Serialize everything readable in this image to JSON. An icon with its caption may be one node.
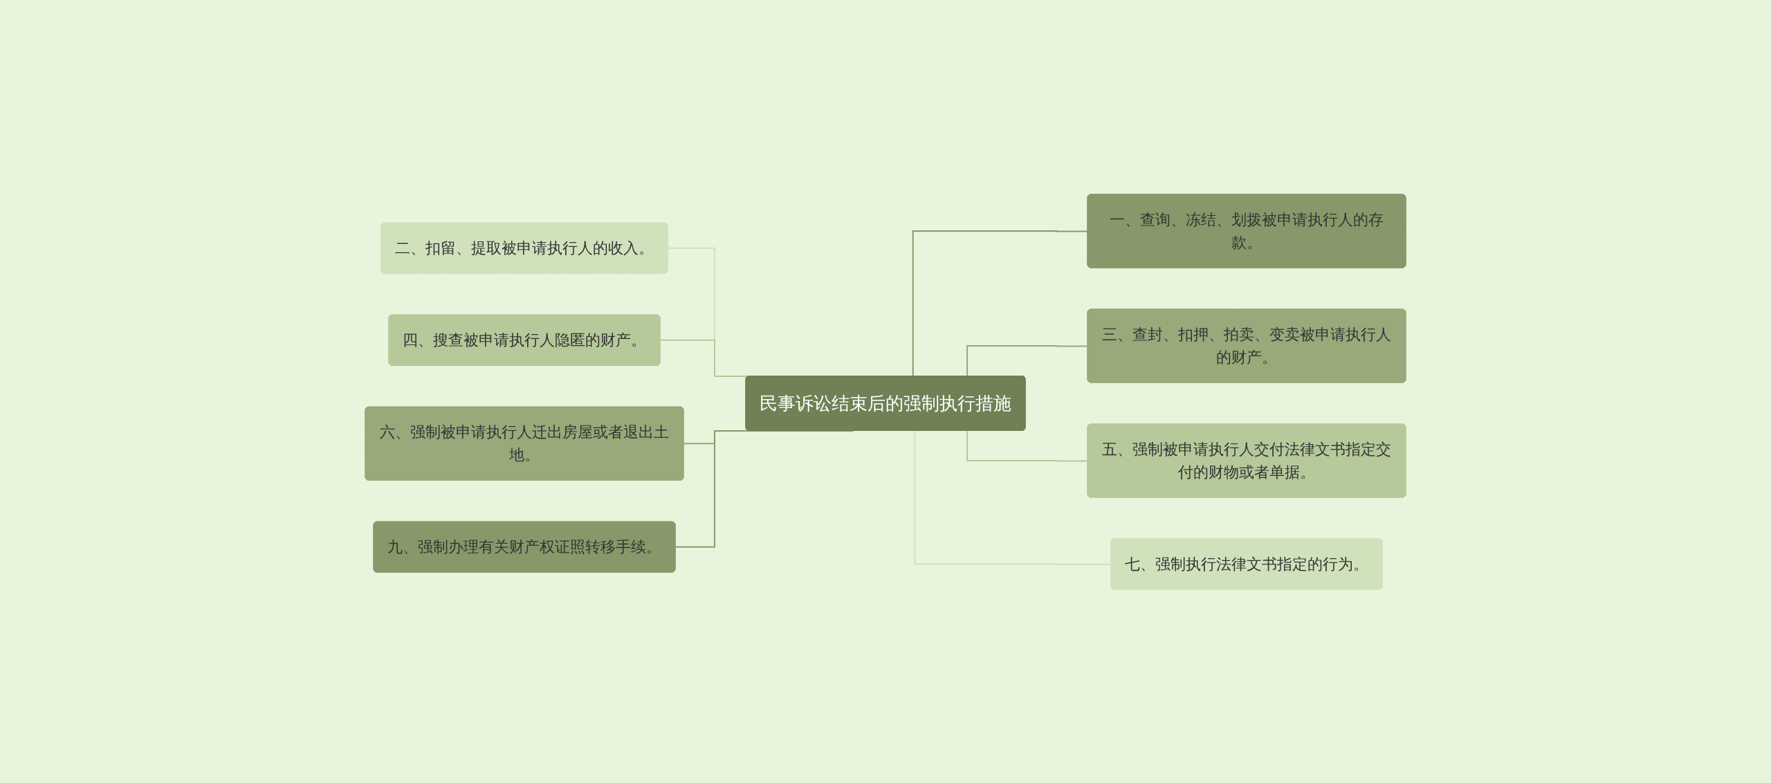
{
  "diagram": {
    "nodes": [
      {
        "text": [
          "民事诉讼结束后的强制执行措施"
        ]
      },
      {
        "text": [
          "二、扣留、提取被申请执行人的收入。"
        ]
      },
      {
        "text": [
          "一、查询、冻结、划拨被申请执行人的存款。"
        ]
      },
      {
        "text": [
          "四、搜查被申请执行人隐匿的财产。"
        ]
      },
      {
        "text": [
          "三、查封、扣押、拍卖、变卖被申请执行人的财产。"
        ]
      },
      {
        "text": [
          "六、强制被申请执行人迁出房屋或者退出土地。"
        ]
      },
      {
        "text": [
          "五、强制被申请执行人交付法律文书指定交付的财物或者单据。"
        ]
      },
      {
        "text": [
          "九、强制办理有关财产权证照转移手续。"
        ]
      },
      {
        "text": [
          "七、强制执行法律文书指定的行为。"
        ]
      }
    ],
    "edges": [
      {
        "from": 1,
        "to": 0,
        "arrow": "none"
      },
      {
        "from": 0,
        "to": 2,
        "arrow": "none"
      },
      {
        "from": 3,
        "to": 0,
        "arrow": "none"
      },
      {
        "from": 0,
        "to": 4,
        "arrow": "none"
      },
      {
        "from": 5,
        "to": 0,
        "arrow": "none"
      },
      {
        "from": 0,
        "to": 6,
        "arrow": "none"
      },
      {
        "from": 7,
        "to": 0,
        "arrow": "none"
      },
      {
        "from": 0,
        "to": 8,
        "arrow": "none"
      }
    ]
  }
}
